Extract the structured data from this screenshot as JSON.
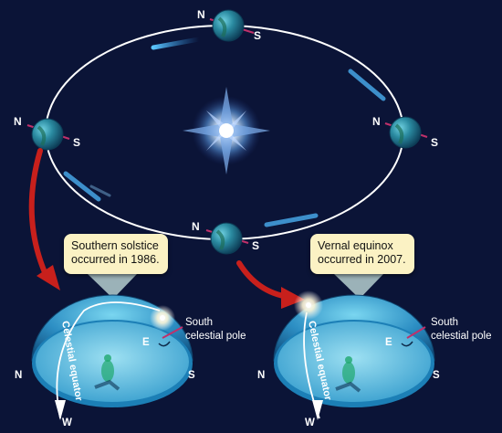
{
  "orbit": {
    "top_earth": {
      "north": "N",
      "south": "S"
    },
    "left_earth": {
      "north": "N",
      "south": "S"
    },
    "right_earth": {
      "north": "N",
      "south": "S"
    },
    "bottom_earth": {
      "north": "N",
      "south": "S"
    }
  },
  "callouts": {
    "left": {
      "line1": "Southern solstice",
      "line2": "occurred in 1986."
    },
    "right": {
      "line1": "Vernal equinox",
      "line2": "occurred in 2007."
    }
  },
  "left_dome": {
    "equator_label": "Celestial equator",
    "pole_label_line1": "South",
    "pole_label_line2": "celestial pole",
    "north": "N",
    "south": "S",
    "east": "E",
    "west": "W"
  },
  "right_dome": {
    "equator_label": "Celestial equator",
    "pole_label_line1": "South",
    "pole_label_line2": "celestial pole",
    "north": "N",
    "south": "S",
    "east": "E",
    "west": "W"
  },
  "colors": {
    "background": "#0b1437",
    "orbit": "#ffffff",
    "arrow": "#c8201c",
    "callout": "#fbf2c4",
    "pole_line": "#c0306a"
  }
}
